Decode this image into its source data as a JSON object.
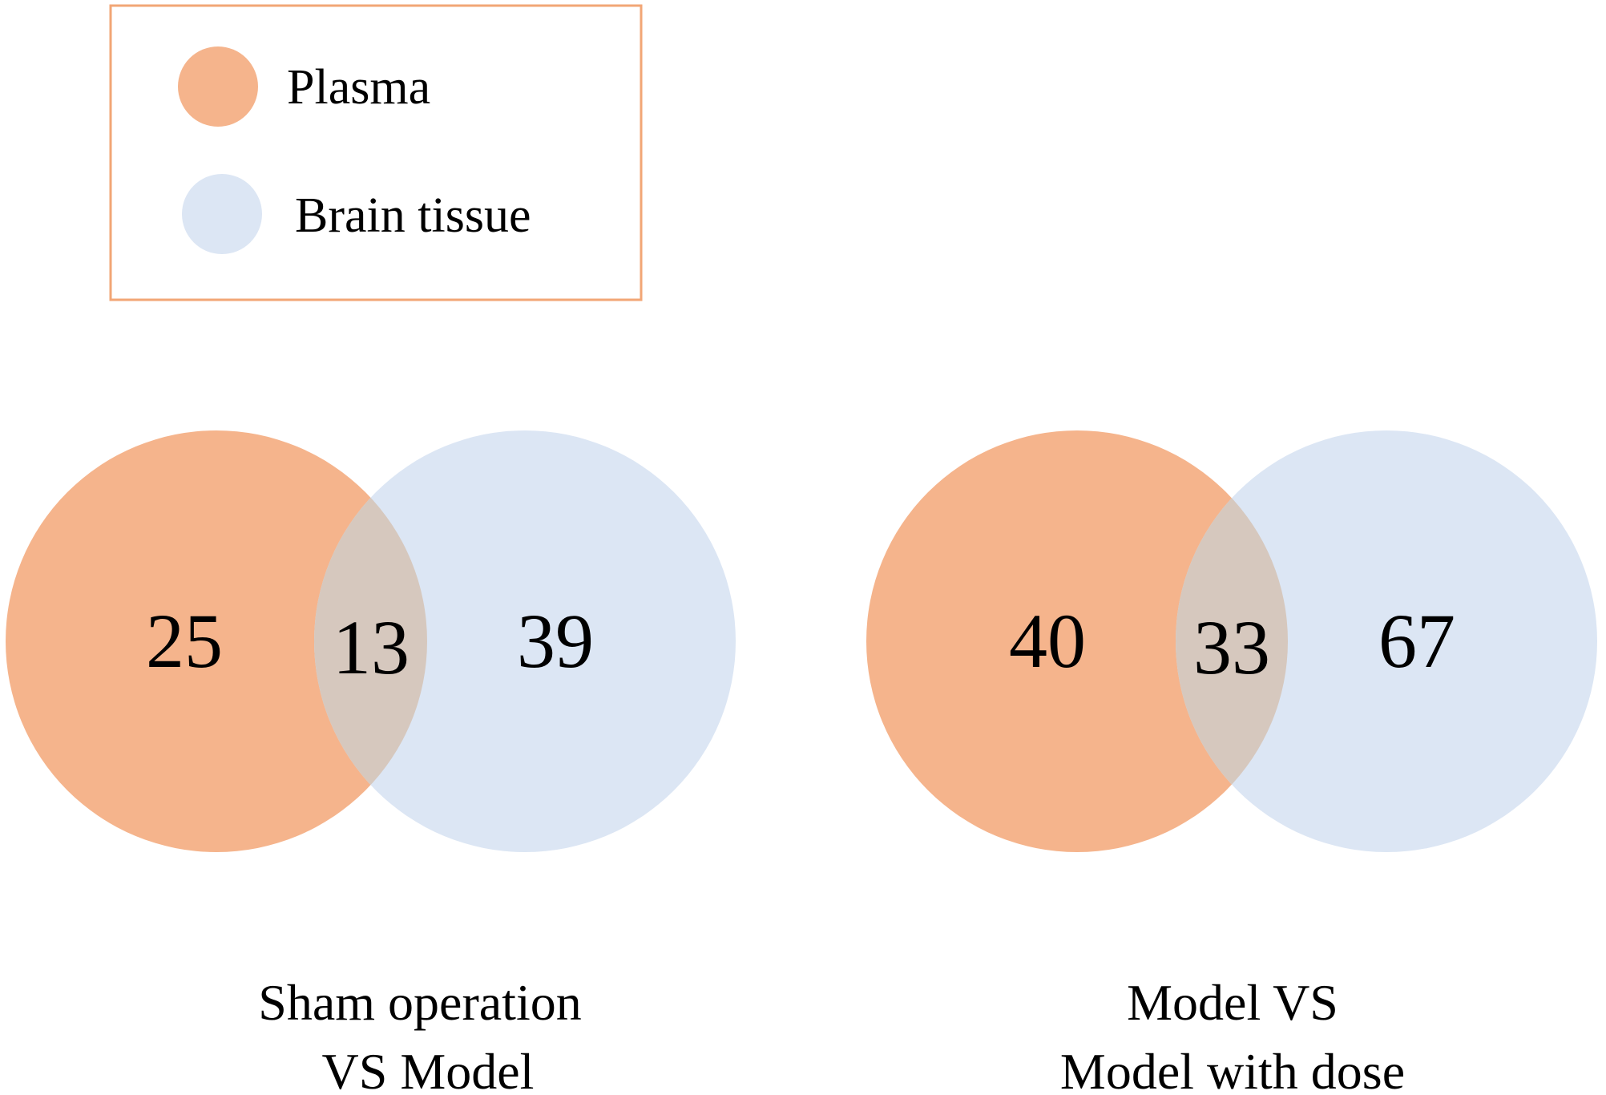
{
  "legend": {
    "items": [
      {
        "label": "Plasma",
        "color": "#F5B48C"
      },
      {
        "label": "Brain tissue",
        "color": "#DCE6F4"
      }
    ],
    "border_color": "#F2A676"
  },
  "overlap_color": "#D6C8BE",
  "venn_diagrams": [
    {
      "left_count": "25",
      "overlap_count": "13",
      "right_count": "39",
      "caption_line1": "Sham operation",
      "caption_line2": "VS Model"
    },
    {
      "left_count": "40",
      "overlap_count": "33",
      "right_count": "67",
      "caption_line1": "Model VS",
      "caption_line2": "Model with dose"
    }
  ]
}
